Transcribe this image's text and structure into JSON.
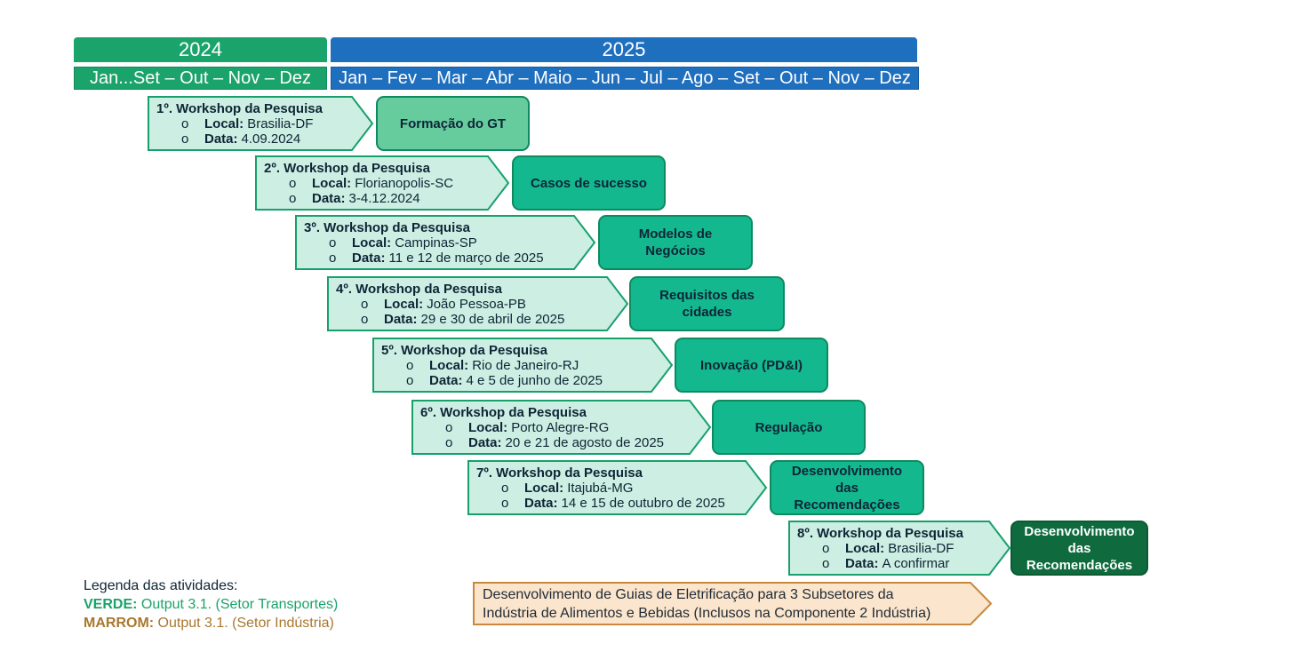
{
  "years": {
    "y2024": "2024",
    "y2025": "2025"
  },
  "months": {
    "m2024": "Jan...Set – Out – Nov – Dez",
    "m2025": "Jan – Fev – Mar – Abr – Maio – Jun – Jul – Ago – Set – Out – Nov – Dez"
  },
  "workshops": [
    {
      "title": "1º. Workshop da Pesquisa",
      "local_label": "Local:",
      "local": "Brasilia-DF",
      "data_label": "Data:",
      "date": "4.09.2024",
      "activity": "Formação do GT"
    },
    {
      "title": "2º. Workshop da Pesquisa",
      "local_label": "Local:",
      "local": "Florianopolis-SC",
      "data_label": "Data:",
      "date": "3-4.12.2024",
      "activity": "Casos de sucesso"
    },
    {
      "title": "3º. Workshop da Pesquisa",
      "local_label": "Local:",
      "local": "Campinas-SP",
      "data_label": "Data:",
      "date": "11 e 12 de março de 2025",
      "activity": "Modelos de Negócios"
    },
    {
      "title": "4º. Workshop da Pesquisa",
      "local_label": "Local:",
      "local": "João Pessoa-PB",
      "data_label": "Data:",
      "date": "29 e 30 de abril de 2025",
      "activity": "Requisitos das cidades"
    },
    {
      "title": "5º. Workshop da Pesquisa",
      "local_label": "Local:",
      "local": "Rio de Janeiro-RJ",
      "data_label": "Data:",
      "date": "4 e 5 de junho de 2025",
      "activity": "Inovação (PD&I)"
    },
    {
      "title": "6º. Workshop da Pesquisa",
      "local_label": "Local:",
      "local": "Porto Alegre-RG",
      "data_label": "Data:",
      "date": "20 e 21 de agosto de 2025",
      "activity": "Regulação"
    },
    {
      "title": "7º. Workshop da Pesquisa",
      "local_label": "Local:",
      "local": "Itajubá-MG",
      "data_label": "Data:",
      "date": "14 e 15 de outubro de 2025",
      "activity": "Desenvolvimento das Recomendações"
    },
    {
      "title": "8º. Workshop da Pesquisa",
      "local_label": "Local:",
      "local": "Brasilia-DF",
      "data_label": "Data:",
      "date": "A confirmar",
      "activity": "Desenvolvimento das Recomendações"
    }
  ],
  "bullet": "o",
  "legend": {
    "title": "Legenda das atividades:",
    "green_key": "VERDE:",
    "green_text": " Output 3.1. (Setor Transportes)",
    "brown_key": "MARROM:",
    "brown_text": " Output 3.1. (Setor Indústria)"
  },
  "industry_bar": {
    "line1": "Desenvolvimento de Guias de Eletrificação para 3 Subsetores da",
    "line2": "Indústria de Alimentos e Bebidas (Inclusos na Componente 2 Indústria)"
  },
  "colors": {
    "green_header": "#1aa36a",
    "blue_header": "#1f6fbf",
    "workshop_fill": "#cdeee2",
    "workshop_border": "#17a06c",
    "activity_1": "#66cc9e",
    "activity_mid": "#14b88f",
    "activity_last": "#0f6b3e",
    "industry_fill": "#fbe5cc",
    "industry_border": "#c8893f",
    "legend_green": "#1aa36a",
    "legend_brown": "#a8782f"
  }
}
